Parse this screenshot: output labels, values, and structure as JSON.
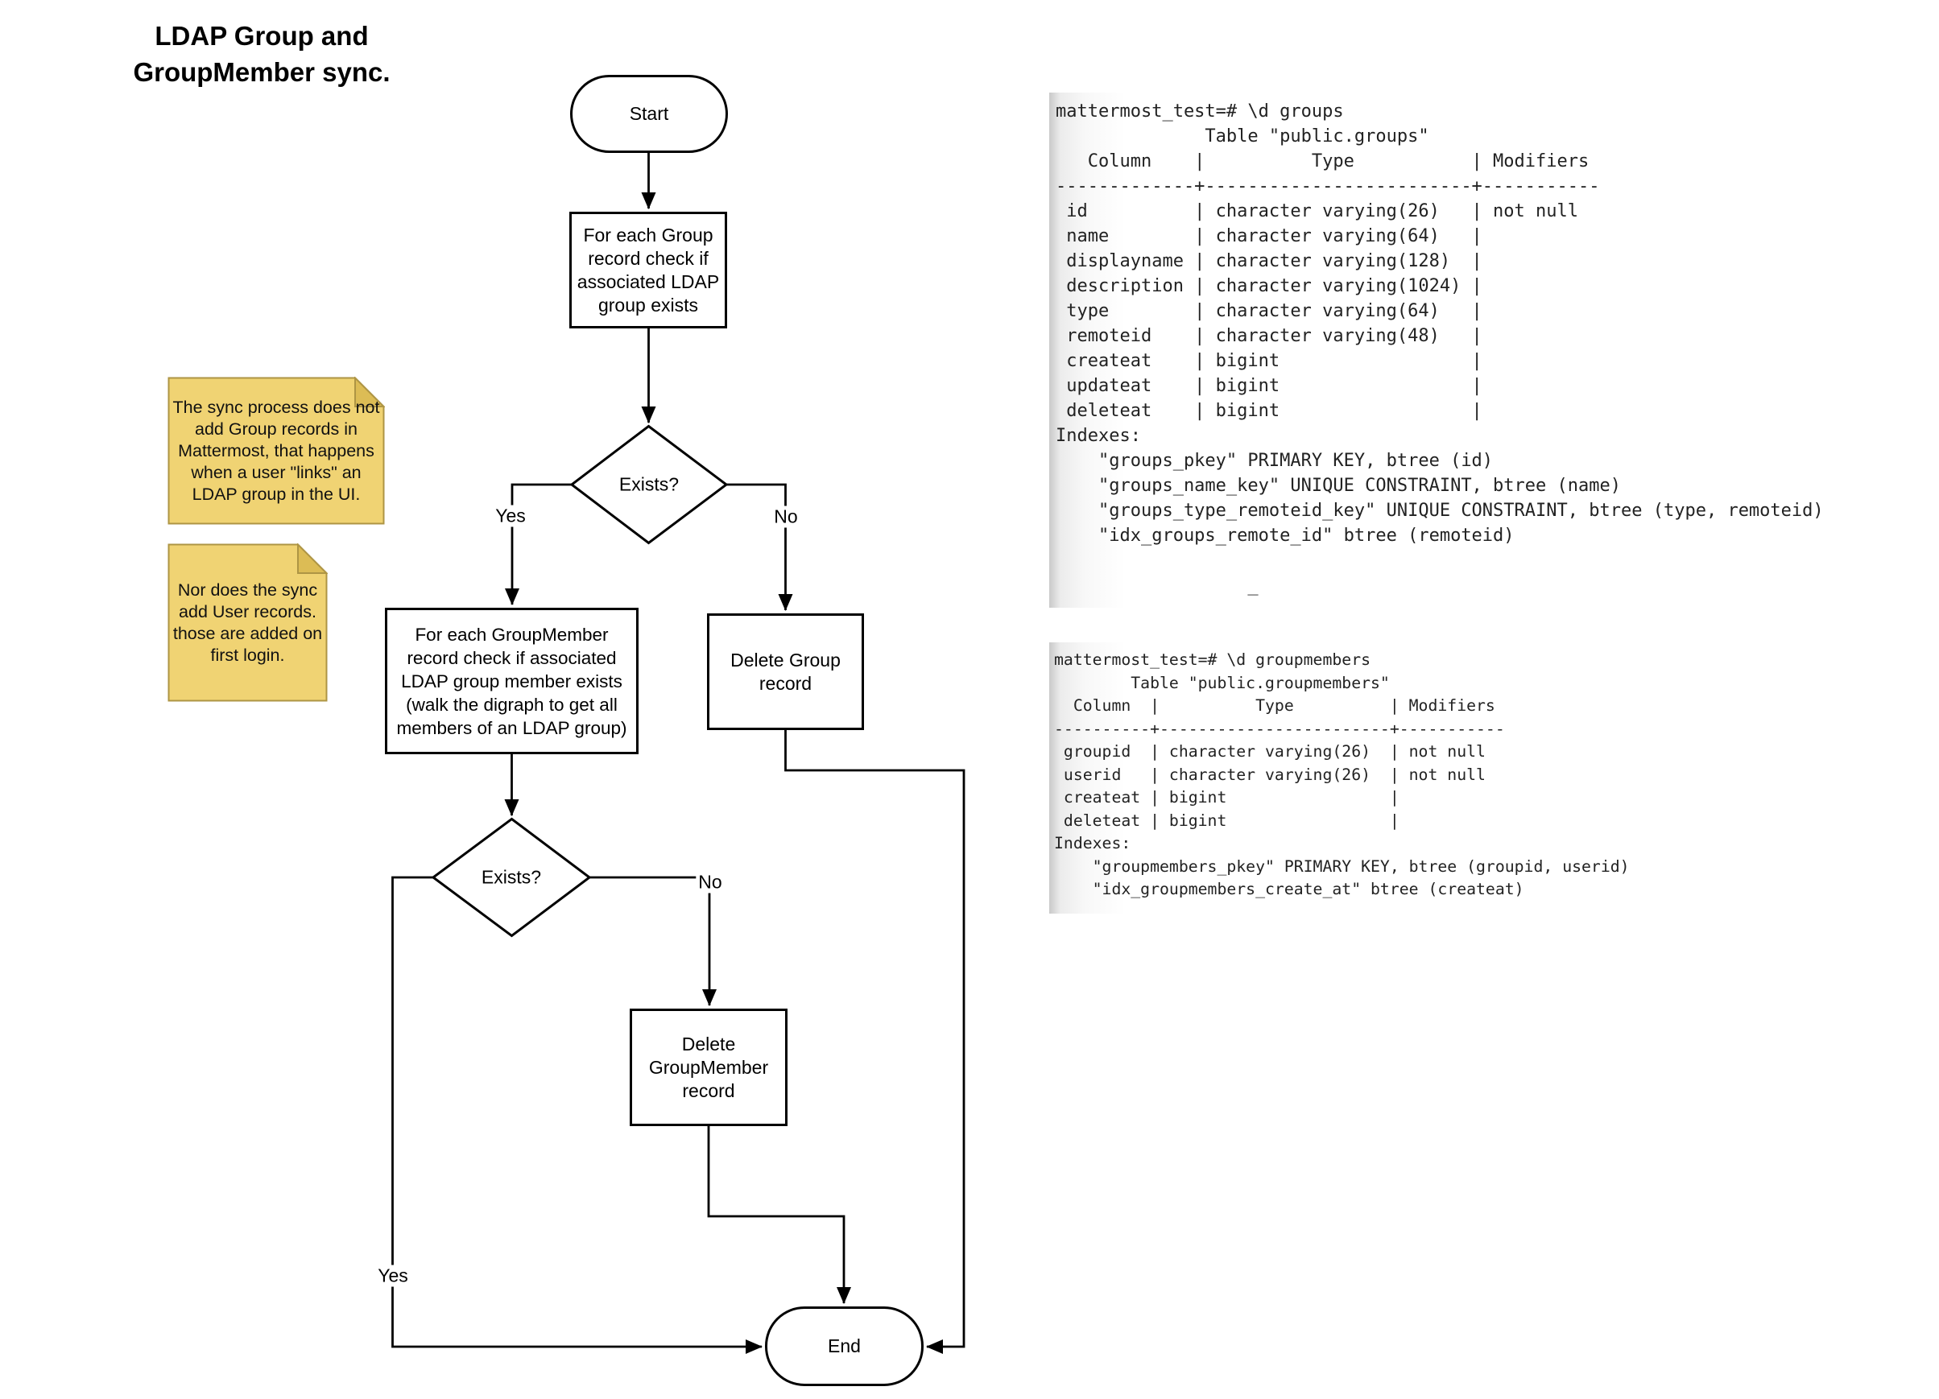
{
  "title": "LDAP Group and\nGroupMember sync.",
  "flowchart": {
    "start_label": "Start",
    "process_check_group": "For each Group record check if associated LDAP group exists",
    "decision_group_exists": "Exists?",
    "label_yes_1": "Yes",
    "label_no_1": "No",
    "process_check_groupmember": "For each GroupMember record check if associated LDAP group member exists (walk the digraph to get all members of an LDAP group)",
    "process_delete_group": "Delete Group record",
    "decision_groupmember_exists": "Exists?",
    "label_yes_2": "Yes",
    "label_no_2": "No",
    "process_delete_groupmember": "Delete GroupMember record",
    "end_label": "End"
  },
  "notes": {
    "note1": "The sync process does not add Group records in Mattermost, that happens when a user \"links\" an LDAP group in the UI.",
    "note2": "Nor does the sync add User records. those are added on first login."
  },
  "terminal_groups": {
    "lines": [
      "mattermost_test=# \\d groups",
      "              Table \"public.groups\"",
      "   Column    |          Type           | Modifiers",
      "-------------+-------------------------+-----------",
      " id          | character varying(26)   | not null",
      " name        | character varying(64)   |",
      " displayname | character varying(128)  |",
      " description | character varying(1024) |",
      " type        | character varying(64)   |",
      " remoteid    | character varying(48)   |",
      " createat    | bigint                  |",
      " updateat    | bigint                  |",
      " deleteat    | bigint                  |",
      "Indexes:",
      "    \"groups_pkey\" PRIMARY KEY, btree (id)",
      "    \"groups_name_key\" UNIQUE CONSTRAINT, btree (name)",
      "    \"groups_type_remoteid_key\" UNIQUE CONSTRAINT, btree (type, remoteid)",
      "    \"idx_groups_remote_id\" btree (remoteid)",
      "",
      "                  _"
    ]
  },
  "terminal_groupmembers": {
    "lines": [
      "mattermost_test=# \\d groupmembers",
      "        Table \"public.groupmembers\"",
      "  Column  |          Type          | Modifiers",
      "----------+------------------------+-----------",
      " groupid  | character varying(26)  | not null",
      " userid   | character varying(26)  | not null",
      " createat | bigint                 |",
      " deleteat | bigint                 |",
      "Indexes:",
      "    \"groupmembers_pkey\" PRIMARY KEY, btree (groupid, userid)",
      "    \"idx_groupmembers_create_at\" btree (createat)"
    ]
  },
  "colors": {
    "shape_stroke": "#000000",
    "note_fill": "#F0D373",
    "note_fold": "#DCBC55",
    "note_border": "#AE9544",
    "terminal_text": "#222222",
    "terminal_edge": "#c9c9c9"
  }
}
